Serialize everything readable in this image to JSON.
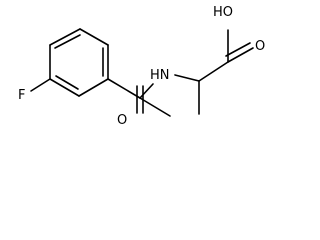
{
  "molecule": {
    "atoms": {
      "fluorine": "F",
      "amine": "HN",
      "hydroxyl": "HO",
      "carbonyl_acid": "O",
      "carbonyl_ketone": "O"
    }
  },
  "colors": {
    "bond": "#000000",
    "label": "#000000",
    "background": "#ffffff"
  }
}
